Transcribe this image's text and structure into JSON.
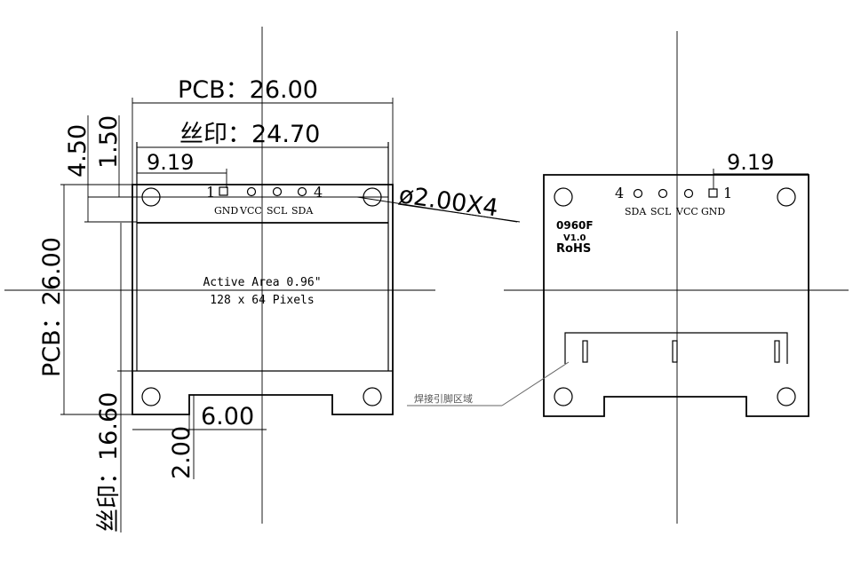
{
  "front": {
    "pcb_width": "PCB：26.00",
    "silk_width": "丝印：24.70",
    "pin_offset": "9.19",
    "top_margin_outer": "4.50",
    "top_margin_inner": "1.50",
    "pcb_height": "PCB：26.00",
    "silk_height": "丝印：16.60",
    "tab_width": "6.00",
    "tab_depth": "2.00",
    "hole_callout": "ø2.00X4",
    "pin_first": "1",
    "pin_last": "4",
    "pins": [
      "GND",
      "VCC",
      "SCL",
      "SDA"
    ],
    "active_area_line1": "Active Area 0.96\"",
    "active_area_line2": "128 x 64 Pixels"
  },
  "back": {
    "pin_offset": "9.19",
    "pin_first": "1",
    "pin_last": "4",
    "pins": [
      "SDA",
      "SCL",
      "VCC",
      "GND"
    ],
    "model": "0960F",
    "version": "V1.0",
    "rohs": "RoHS",
    "solder_area_label": "焊接引脚区域"
  }
}
